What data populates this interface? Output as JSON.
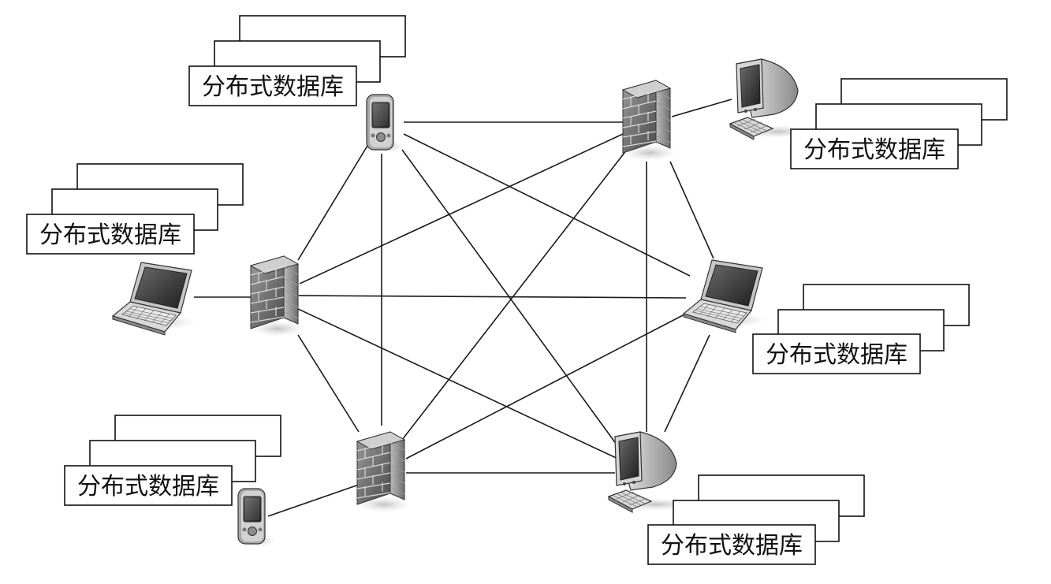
{
  "diagram": {
    "database_label": "分布式数据库",
    "nodes": [
      {
        "id": "pda-top",
        "device": "pda-icon"
      },
      {
        "id": "firewall-top-right",
        "device": "firewall-icon"
      },
      {
        "id": "firewall-left",
        "device": "firewall-icon"
      },
      {
        "id": "laptop-right",
        "device": "laptop-icon"
      },
      {
        "id": "firewall-bottom",
        "device": "firewall-icon"
      },
      {
        "id": "desktop-bottom-right",
        "device": "desktop-computer-icon"
      }
    ],
    "clients": [
      {
        "id": "desktop-top-right",
        "device": "desktop-computer-icon",
        "attached_to": "firewall-top-right"
      },
      {
        "id": "laptop-left",
        "device": "laptop-icon",
        "attached_to": "firewall-left"
      },
      {
        "id": "pda-bottom-left",
        "device": "pda-icon",
        "attached_to": "firewall-bottom"
      }
    ],
    "databases": [
      {
        "id": "db-top",
        "near": "pda-top"
      },
      {
        "id": "db-top-right",
        "near": "desktop-top-right"
      },
      {
        "id": "db-left",
        "near": "laptop-left"
      },
      {
        "id": "db-right",
        "near": "laptop-right"
      },
      {
        "id": "db-bottom-left",
        "near": "pda-bottom-left"
      },
      {
        "id": "db-bottom-right",
        "near": "desktop-bottom-right"
      }
    ],
    "topology": "full-mesh"
  }
}
